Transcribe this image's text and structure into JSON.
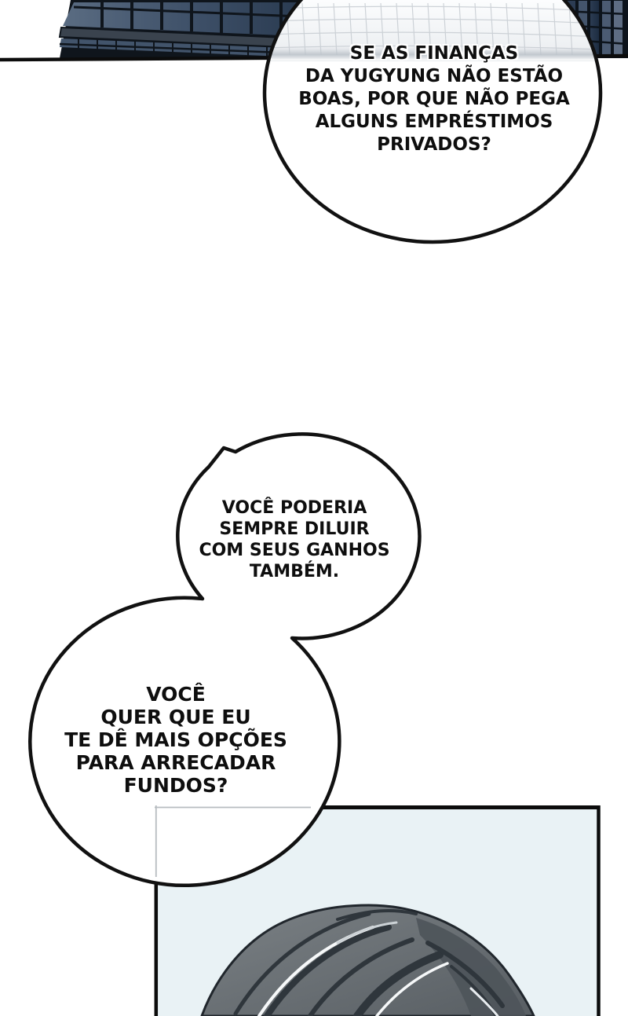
{
  "bubbles": {
    "top": {
      "lines": [
        "SE AS FINANÇAS",
        "DA YUGYUNG NÃO ESTÃO",
        "BOAS, POR QUE NÃO PEGA",
        "ALGUNS EMPRÉSTIMOS",
        "PRIVADOS?"
      ]
    },
    "middle": {
      "lines": [
        "VOCÊ PODERIA",
        "SEMPRE DILUIR",
        "COM SEUS GANHOS",
        "TAMBÉM."
      ]
    },
    "bottom": {
      "lines": [
        "VOCÊ",
        "QUER QUE EU",
        "TE DÊ MAIS OPÇÕES",
        "PARA ARRECADAR",
        "FUNDOS?"
      ]
    }
  },
  "colors": {
    "outline": "#111111",
    "panel_background": "#e9f2f5",
    "building_glass": "#45586e",
    "building_mullion": "#0f151c",
    "building_band": "#3a434e",
    "curved_facade": "#f2f4f6",
    "facade_grid": "#c3c9cf",
    "hair_base": "#71777c",
    "hair_dark": "#2f363c",
    "hair_highlight": "#f6f8f9",
    "panel_border_gray": "#b7bcc0"
  }
}
